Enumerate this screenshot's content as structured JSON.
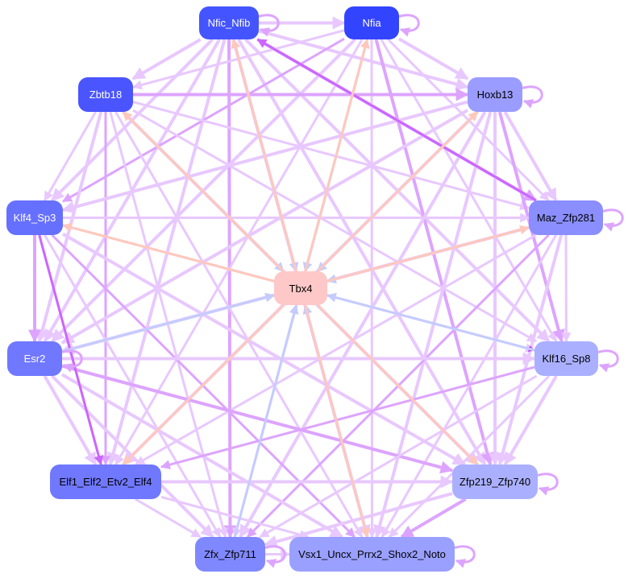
{
  "nodes": [
    {
      "id": "Nfic_Nfib",
      "label": "Nfic_Nfib",
      "color": "#4455ff",
      "text": "#ffffff"
    },
    {
      "id": "Nfia",
      "label": "Nfia",
      "color": "#3344ff",
      "text": "#ffffff"
    },
    {
      "id": "Zbtb18",
      "label": "Zbtb18",
      "color": "#4a55ff",
      "text": "#ffffff"
    },
    {
      "id": "Hoxb13",
      "label": "Hoxb13",
      "color": "#9a9cff",
      "text": "#000000"
    },
    {
      "id": "Klf4_Sp3",
      "label": "Klf4_Sp3",
      "color": "#6670ff",
      "text": "#ffffff"
    },
    {
      "id": "Maz_Zfp281",
      "label": "Maz_Zfp281",
      "color": "#8a8eff",
      "text": "#000000"
    },
    {
      "id": "Tbx4",
      "label": "Tbx4",
      "color": "#ffc8c8",
      "text": "#000000"
    },
    {
      "id": "Esr2",
      "label": "Esr2",
      "color": "#7078ff",
      "text": "#ffffff"
    },
    {
      "id": "Klf16_Sp8",
      "label": "Klf16_Sp8",
      "color": "#aab0ff",
      "text": "#000000"
    },
    {
      "id": "Elf1",
      "label": "Elf1_Elf2_Etv2_Elf4",
      "color": "#7078ff",
      "text": "#000000"
    },
    {
      "id": "Zfp219",
      "label": "Zfp219_Zfp740",
      "color": "#aab0ff",
      "text": "#000000"
    },
    {
      "id": "Zfx",
      "label": "Zfx_Zfp711",
      "color": "#8088ff",
      "text": "#000000"
    },
    {
      "id": "Vsx1",
      "label": "Vsx1_Uncx_Prrx2_Shox2_Noto",
      "color": "#9aa0ff",
      "text": "#000000"
    }
  ],
  "edge_colors": {
    "default": "#e8c8ff",
    "strong": "#dda4ff",
    "darkest": "#bb33ff",
    "dark": "#cc66ff",
    "blue": "#c4ccff",
    "salmon": "#ffc8bc"
  },
  "self_loops": [
    "Nfic_Nfib",
    "Nfia",
    "Hoxb13",
    "Maz_Zfp281",
    "Esr2",
    "Klf16_Sp8",
    "Zfp219",
    "Zfx",
    "Vsx1"
  ],
  "special_edges": [
    {
      "s": "Klf4_Sp3",
      "t": "Klf16_Sp8",
      "c": "darkest"
    },
    {
      "s": "Maz_Zfp281",
      "t": "Nfic_Nfib",
      "c": "dark"
    },
    {
      "s": "Klf4_Sp3",
      "t": "Elf1",
      "c": "dark"
    },
    {
      "s": "Nfic_Nfib",
      "t": "Tbx4",
      "c": "blue"
    },
    {
      "s": "Zbtb18",
      "t": "Tbx4",
      "c": "blue"
    },
    {
      "s": "Hoxb13",
      "t": "Tbx4",
      "c": "blue"
    },
    {
      "s": "Maz_Zfp281",
      "t": "Tbx4",
      "c": "blue"
    },
    {
      "s": "Klf16_Sp8",
      "t": "Tbx4",
      "c": "blue"
    },
    {
      "s": "Zfx",
      "t": "Tbx4",
      "c": "blue"
    },
    {
      "s": "Vsx1",
      "t": "Tbx4",
      "c": "blue"
    },
    {
      "s": "Esr2",
      "t": "Tbx4",
      "c": "blue"
    },
    {
      "s": "Nfia",
      "t": "Tbx4",
      "c": "blue"
    },
    {
      "s": "Tbx4",
      "t": "Nfic_Nfib",
      "c": "salmon"
    },
    {
      "s": "Tbx4",
      "t": "Nfia",
      "c": "salmon"
    },
    {
      "s": "Tbx4",
      "t": "Zbtb18",
      "c": "salmon"
    },
    {
      "s": "Tbx4",
      "t": "Hoxb13",
      "c": "salmon"
    },
    {
      "s": "Tbx4",
      "t": "Klf4_Sp3",
      "c": "salmon"
    },
    {
      "s": "Tbx4",
      "t": "Maz_Zfp281",
      "c": "salmon"
    },
    {
      "s": "Tbx4",
      "t": "Elf1",
      "c": "salmon"
    },
    {
      "s": "Tbx4",
      "t": "Zfp219",
      "c": "salmon"
    },
    {
      "s": "Tbx4",
      "t": "Vsx1",
      "c": "salmon"
    }
  ]
}
